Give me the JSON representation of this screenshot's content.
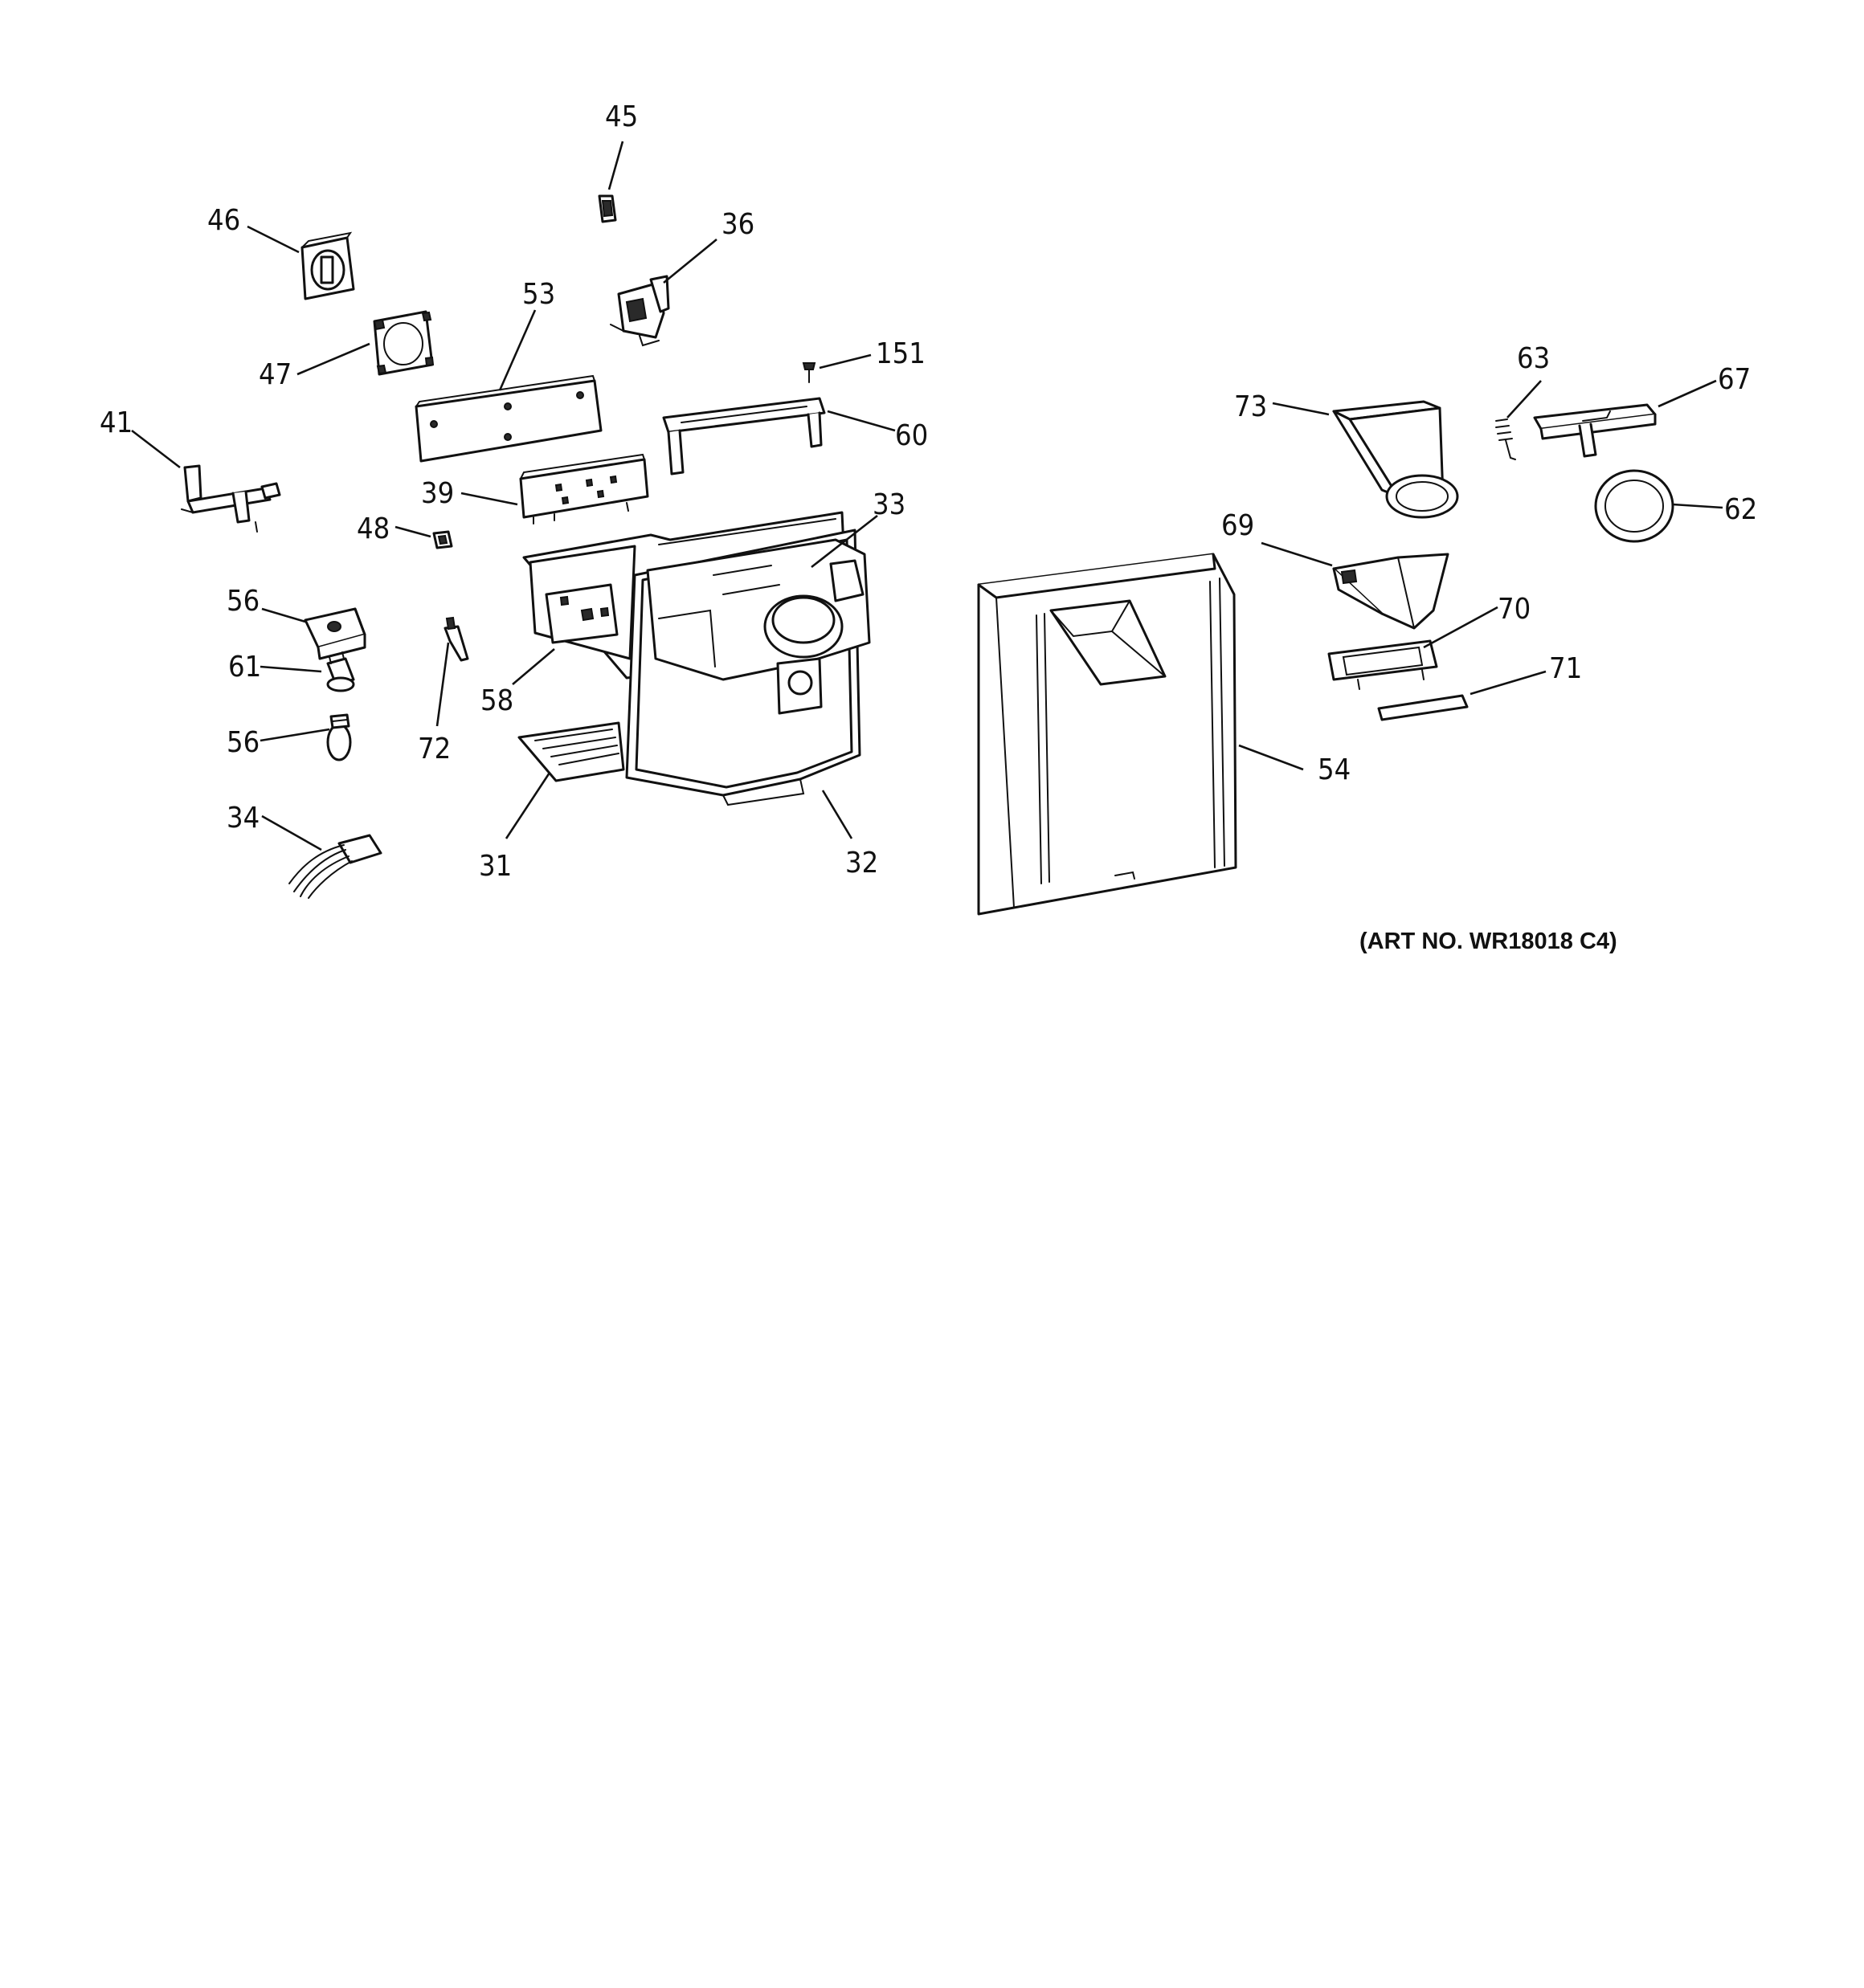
{
  "art_number": "(ART NO. WR18018 C4)",
  "callouts": [
    {
      "id": "c45",
      "label": "45"
    },
    {
      "id": "c46",
      "label": "46"
    },
    {
      "id": "c36",
      "label": "36"
    },
    {
      "id": "c53",
      "label": "53"
    },
    {
      "id": "c47",
      "label": "47"
    },
    {
      "id": "c151",
      "label": "151"
    },
    {
      "id": "c41",
      "label": "41"
    },
    {
      "id": "c60",
      "label": "60"
    },
    {
      "id": "c39",
      "label": "39"
    },
    {
      "id": "c33",
      "label": "33"
    },
    {
      "id": "c48",
      "label": "48"
    },
    {
      "id": "c56a",
      "label": "56"
    },
    {
      "id": "c61",
      "label": "61"
    },
    {
      "id": "c58",
      "label": "58"
    },
    {
      "id": "c56b",
      "label": "56"
    },
    {
      "id": "c72",
      "label": "72"
    },
    {
      "id": "c34",
      "label": "34"
    },
    {
      "id": "c31",
      "label": "31"
    },
    {
      "id": "c32",
      "label": "32"
    },
    {
      "id": "c63",
      "label": "63"
    },
    {
      "id": "c67",
      "label": "67"
    },
    {
      "id": "c73",
      "label": "73"
    },
    {
      "id": "c62",
      "label": "62"
    },
    {
      "id": "c69",
      "label": "69"
    },
    {
      "id": "c70",
      "label": "70"
    },
    {
      "id": "c71",
      "label": "71"
    },
    {
      "id": "c54",
      "label": "54"
    }
  ]
}
